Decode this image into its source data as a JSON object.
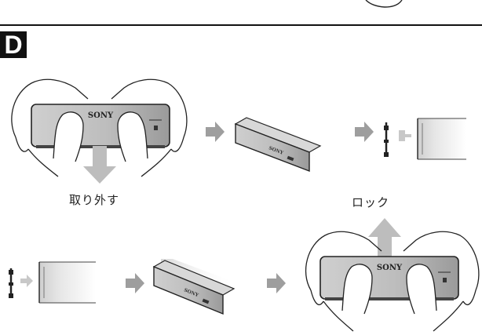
{
  "section": {
    "label": "D"
  },
  "captions": {
    "remove": "取り外す",
    "lock": "ロック"
  },
  "panel": {
    "brand": "SONY"
  }
}
